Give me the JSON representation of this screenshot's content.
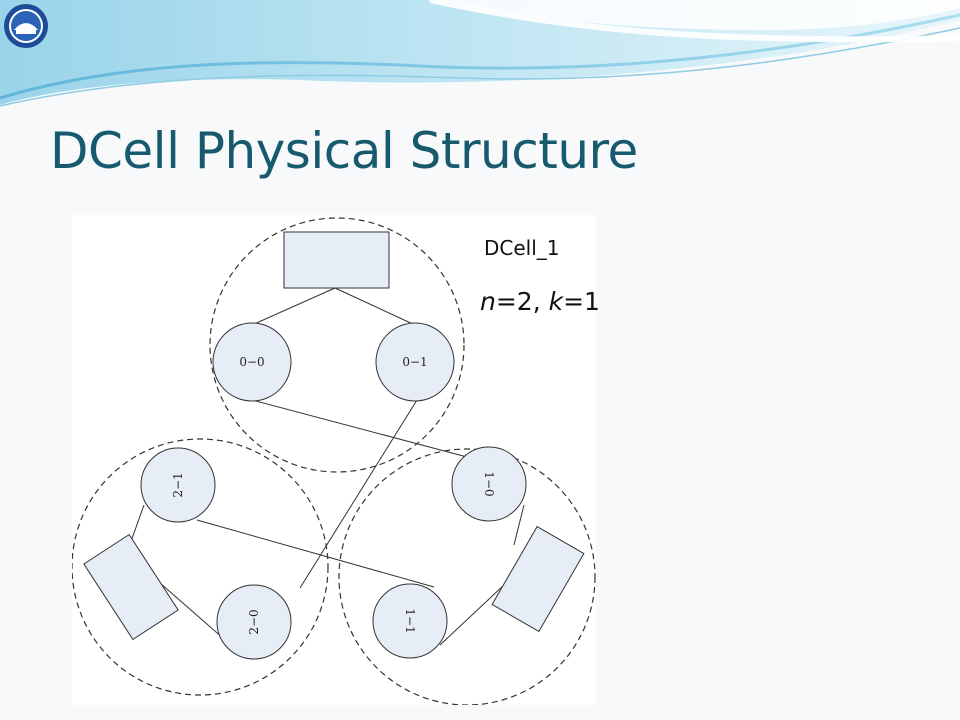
{
  "slide": {
    "title": "DCell Physical Structure",
    "caption_title": "DCell_1",
    "caption_params": {
      "n_var": "n",
      "n_val": "=2, ",
      "k_var": "k",
      "k_val": "=1"
    }
  },
  "colors": {
    "title": "#17596d",
    "node_fill": "#e6edf7",
    "stroke": "#333333",
    "wave": "#7fc6e0"
  },
  "diagram": {
    "cells": [
      {
        "id": "cell-0",
        "servers": [
          "0−0",
          "0−1"
        ]
      },
      {
        "id": "cell-1",
        "servers": [
          "1−0",
          "1−1"
        ]
      },
      {
        "id": "cell-2",
        "servers": [
          "2−0",
          "2−1"
        ]
      }
    ],
    "nodes": [
      {
        "id": "0-0",
        "label": "0−0"
      },
      {
        "id": "0-1",
        "label": "0−1"
      },
      {
        "id": "1-0",
        "label": "1−0"
      },
      {
        "id": "1-1",
        "label": "1−1"
      },
      {
        "id": "2-0",
        "label": "2−0"
      },
      {
        "id": "2-1",
        "label": "2−1"
      }
    ],
    "links": [
      [
        "0-0",
        "1-0"
      ],
      [
        "0-1",
        "2-0"
      ],
      [
        "1-1",
        "2-1"
      ]
    ]
  }
}
